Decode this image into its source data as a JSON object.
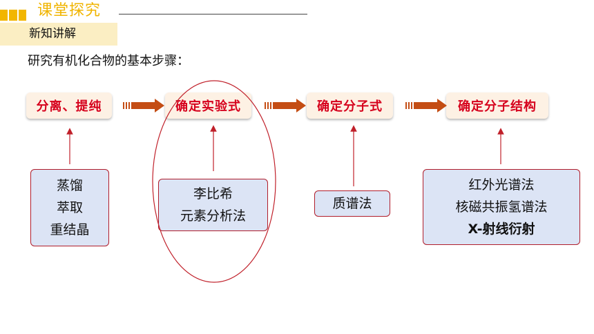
{
  "header": {
    "title": "课堂探究",
    "subtitle": "新知讲解"
  },
  "intro": "研究有机化合物的基本步骤：",
  "steps": [
    {
      "label": "分离、提纯"
    },
    {
      "label": "确定实验式"
    },
    {
      "label": "确定分子式"
    },
    {
      "label": "确定分子结构"
    }
  ],
  "methods": [
    {
      "lines": [
        "蒸馏",
        "萃取",
        "重结晶"
      ]
    },
    {
      "lines": [
        "李比希",
        "元素分析法"
      ]
    },
    {
      "lines": [
        "质谱法"
      ]
    },
    {
      "lines": [
        "红外光谱法",
        "核磁共振氢谱法",
        "X-射线衍射"
      ]
    }
  ],
  "colors": {
    "accent": "#f2b600",
    "step_text": "#d6001c",
    "arrow": "#c44d14",
    "method_bg": "#dce4f5",
    "highlight_circle": "#c0202a"
  }
}
